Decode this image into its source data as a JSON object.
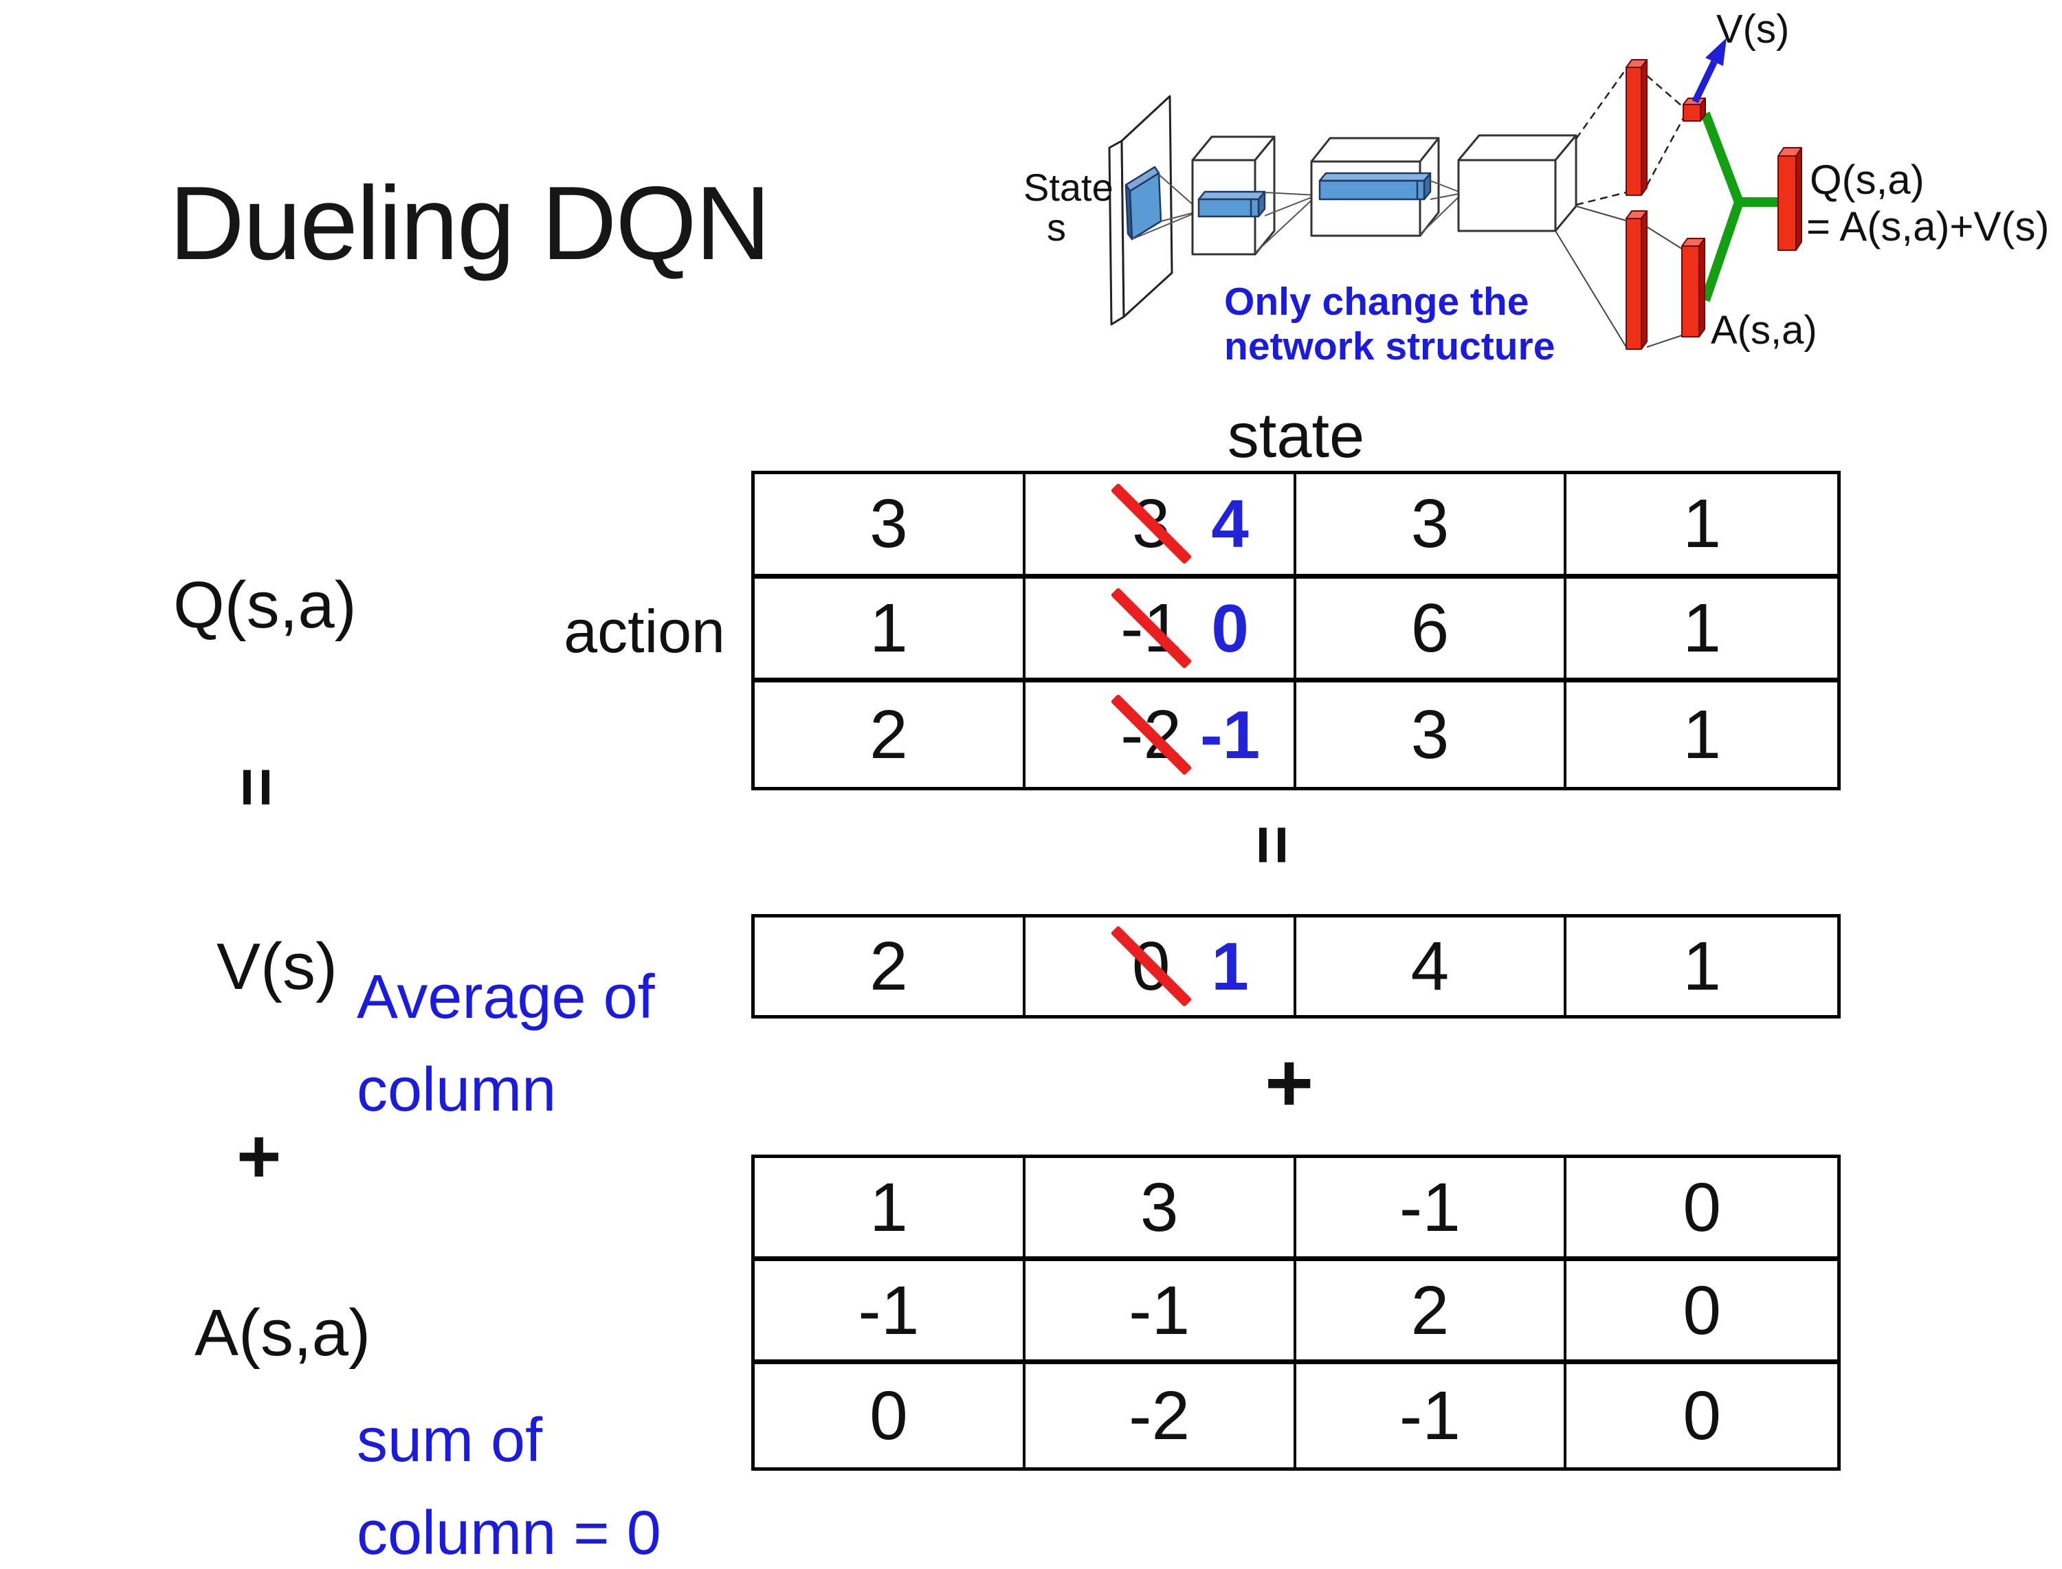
{
  "title": "Dueling DQN",
  "diagram": {
    "state_line1": "State",
    "state_line2": "s",
    "note_line1": "Only change the",
    "note_line2": "network structure",
    "v_out_label": "V(s)",
    "a_out_label": "A(s,a)",
    "q_out_line1": "Q(s,a)",
    "q_out_line2": "= A(s,a)+V(s)"
  },
  "equation": {
    "q_label": "Q(s,a)",
    "equals_left": "=",
    "v_label": "V(s)",
    "plus_left": "+",
    "a_label": "A(s,a)",
    "action_label": "action",
    "state_label": "state",
    "equals_center": "=",
    "plus_center": "+",
    "avg_note_line1": "Average of",
    "avg_note_line2": "column",
    "sum_note_line1": "sum of",
    "sum_note_line2": "column = 0"
  },
  "q_table": {
    "rows": [
      [
        {
          "v": "3"
        },
        {
          "v": "3",
          "new": "4"
        },
        {
          "v": "3"
        },
        {
          "v": "1"
        }
      ],
      [
        {
          "v": "1"
        },
        {
          "v": "-1",
          "new": "0"
        },
        {
          "v": "6"
        },
        {
          "v": "1"
        }
      ],
      [
        {
          "v": "2"
        },
        {
          "v": "-2",
          "new": "-1"
        },
        {
          "v": "3"
        },
        {
          "v": "1"
        }
      ]
    ]
  },
  "v_table": {
    "rows": [
      [
        {
          "v": "2"
        },
        {
          "v": "0",
          "new": "1"
        },
        {
          "v": "4"
        },
        {
          "v": "1"
        }
      ]
    ]
  },
  "a_table": {
    "rows": [
      [
        {
          "v": "1"
        },
        {
          "v": "3"
        },
        {
          "v": "-1"
        },
        {
          "v": "0"
        }
      ],
      [
        {
          "v": "-1"
        },
        {
          "v": "-1"
        },
        {
          "v": "2"
        },
        {
          "v": "0"
        }
      ],
      [
        {
          "v": "0"
        },
        {
          "v": "-2"
        },
        {
          "v": "-1"
        },
        {
          "v": "0"
        }
      ]
    ]
  },
  "colors": {
    "blue_annotation": "#1b1be0",
    "blue_value": "#2222d8",
    "slash_red": "#ea1f1f",
    "bar_red": "#ee3018",
    "green_combiner": "#12a012",
    "conv_blue": "#5b9bd5"
  }
}
